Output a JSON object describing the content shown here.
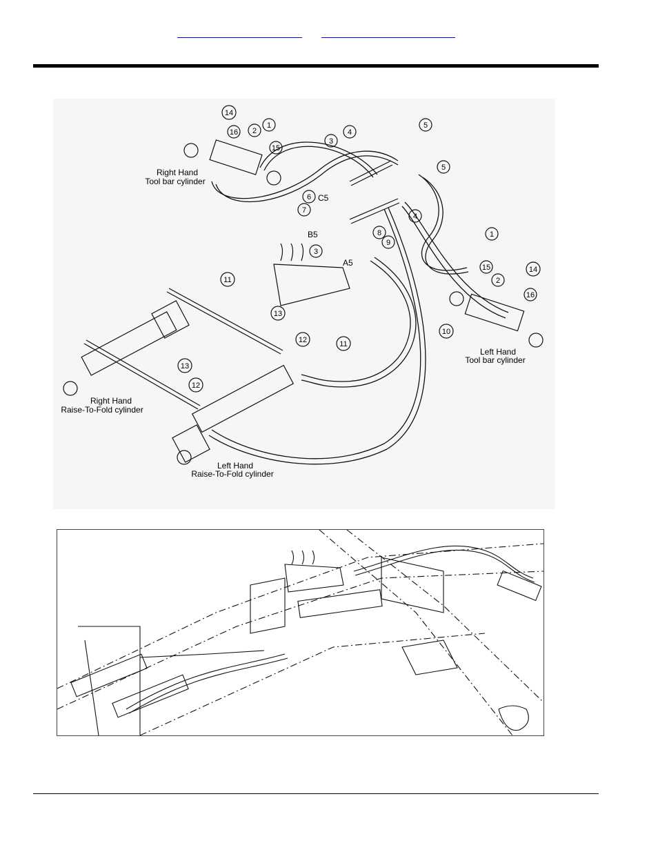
{
  "header": {
    "links": [
      {
        "label": ""
      },
      {
        "label": ""
      }
    ]
  },
  "diagram_top": {
    "labels": {
      "rh_tool_bar_1": "Right Hand",
      "rh_tool_bar_2": "Tool bar cylinder",
      "lh_tool_bar_1": "Left Hand",
      "lh_tool_bar_2": "Tool bar cylinder",
      "rh_raise_1": "Right Hand",
      "rh_raise_2": "Raise-To-Fold cylinder",
      "lh_raise_1": "Left Hand",
      "lh_raise_2": "Raise-To-Fold cylinder",
      "port_c5": "C5",
      "port_b5": "B5",
      "port_a5": "A5"
    },
    "callouts": [
      "1",
      "2",
      "3",
      "4",
      "5",
      "6",
      "7",
      "8",
      "9",
      "10",
      "11",
      "12",
      "13",
      "14",
      "15",
      "16"
    ]
  }
}
